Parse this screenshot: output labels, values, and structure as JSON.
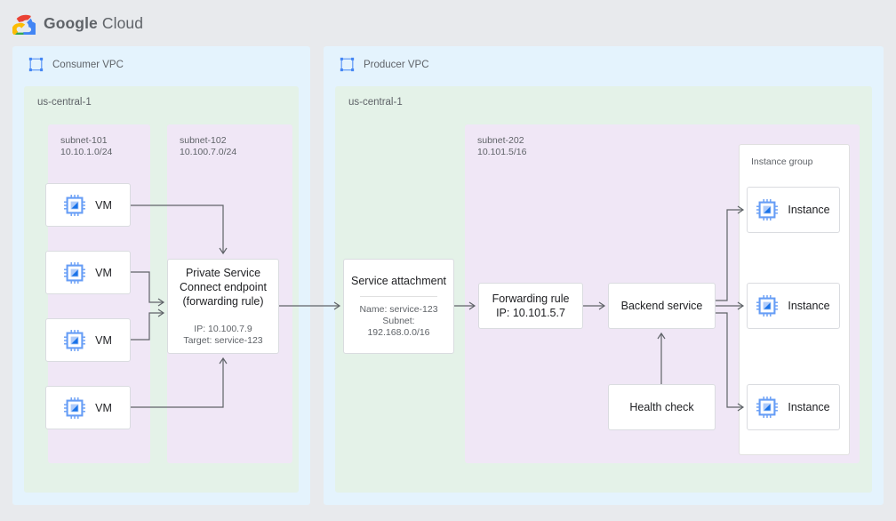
{
  "header": {
    "logo_icon": "google-cloud-logo",
    "brand_bold": "Google",
    "brand_light": "Cloud"
  },
  "consumer_vpc": {
    "title": "Consumer VPC",
    "icon": "vpc-icon",
    "region": "us-central-1",
    "subnet_101": {
      "name": "subnet-101",
      "cidr": "10.10.1.0/24",
      "vms": [
        {
          "icon": "chip-icon",
          "label": "VM"
        },
        {
          "icon": "chip-icon",
          "label": "VM"
        },
        {
          "icon": "chip-icon",
          "label": "VM"
        },
        {
          "icon": "chip-icon",
          "label": "VM"
        }
      ]
    },
    "subnet_102": {
      "name": "subnet-102",
      "cidr": "10.100.7.0/24",
      "endpoint": {
        "title": "Private Service\nConnect endpoint\n(forwarding rule)",
        "details": "IP: 10.100.7.9\nTarget: service-123"
      }
    }
  },
  "producer_vpc": {
    "title": "Producer VPC",
    "icon": "vpc-icon",
    "region": "us-central-1",
    "service_attachment": {
      "title": "Service attachment",
      "details": "Name: service-123\nSubnet:\n192.168.0.0/16"
    },
    "subnet_202": {
      "name": "subnet-202",
      "cidr": "10.101.5/16",
      "forwarding_rule": "Forwarding rule\nIP: 10.101.5.7",
      "backend_service": "Backend service",
      "health_check": "Health check",
      "instance_group": {
        "label": "Instance group",
        "instances": [
          {
            "icon": "chip-icon",
            "label": "Instance"
          },
          {
            "icon": "chip-icon",
            "label": "Instance"
          },
          {
            "icon": "chip-icon",
            "label": "Instance"
          }
        ]
      }
    }
  },
  "colors": {
    "canvas": "#e8eaed",
    "vpc": "#e4f3fd",
    "region": "#e4f2e8",
    "subnet": "#f0e7f6",
    "node": "#ffffff",
    "border": "#dadce0",
    "text": "#202124",
    "muted": "#5f6368",
    "wire": "#5f6368",
    "icon_blue": "#669df6"
  }
}
